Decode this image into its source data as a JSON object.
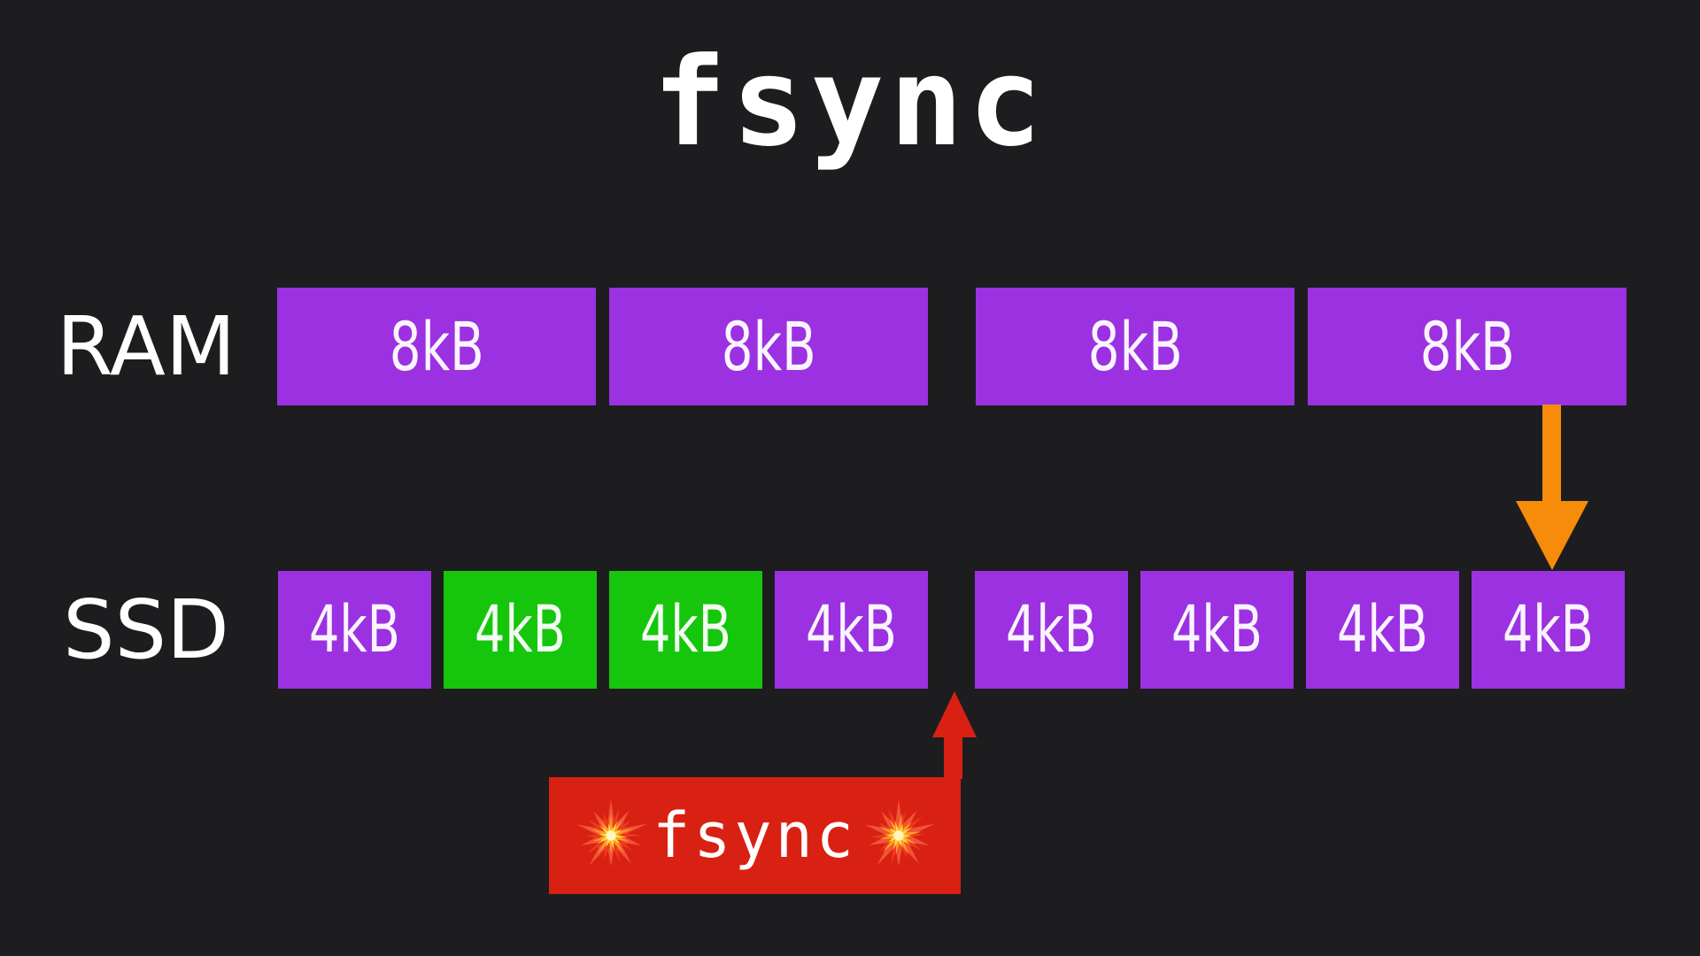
{
  "title": "fsync",
  "colors": {
    "background": "#1d1d1f",
    "block_purple": "#9b31e1",
    "block_green": "#16c60c",
    "arrow_orange": "#f78c0a",
    "fsync_red": "#d92113",
    "text": "#ffffff"
  },
  "ram": {
    "label": "RAM",
    "blocks": [
      {
        "label": "8kB",
        "color": "#9b31e1"
      },
      {
        "label": "8kB",
        "color": "#9b31e1"
      },
      {
        "label": "8kB",
        "color": "#9b31e1"
      },
      {
        "label": "8kB",
        "color": "#9b31e1"
      }
    ]
  },
  "ssd": {
    "label": "SSD",
    "blocks": [
      {
        "label": "4kB",
        "color": "#9b31e1"
      },
      {
        "label": "4kB",
        "color": "#16c60c"
      },
      {
        "label": "4kB",
        "color": "#16c60c"
      },
      {
        "label": "4kB",
        "color": "#9b31e1"
      },
      {
        "label": "4kB",
        "color": "#9b31e1"
      },
      {
        "label": "4kB",
        "color": "#9b31e1"
      },
      {
        "label": "4kB",
        "color": "#9b31e1"
      },
      {
        "label": "4kB",
        "color": "#9b31e1"
      }
    ]
  },
  "arrows": {
    "write_back": {
      "direction": "down",
      "color": "#f78c0a"
    },
    "fsync": {
      "direction": "up",
      "color": "#d92113"
    }
  },
  "fsync_callout": {
    "label": "fsync",
    "box_color": "#d92113",
    "explosion_icon": "explosion-burst"
  }
}
